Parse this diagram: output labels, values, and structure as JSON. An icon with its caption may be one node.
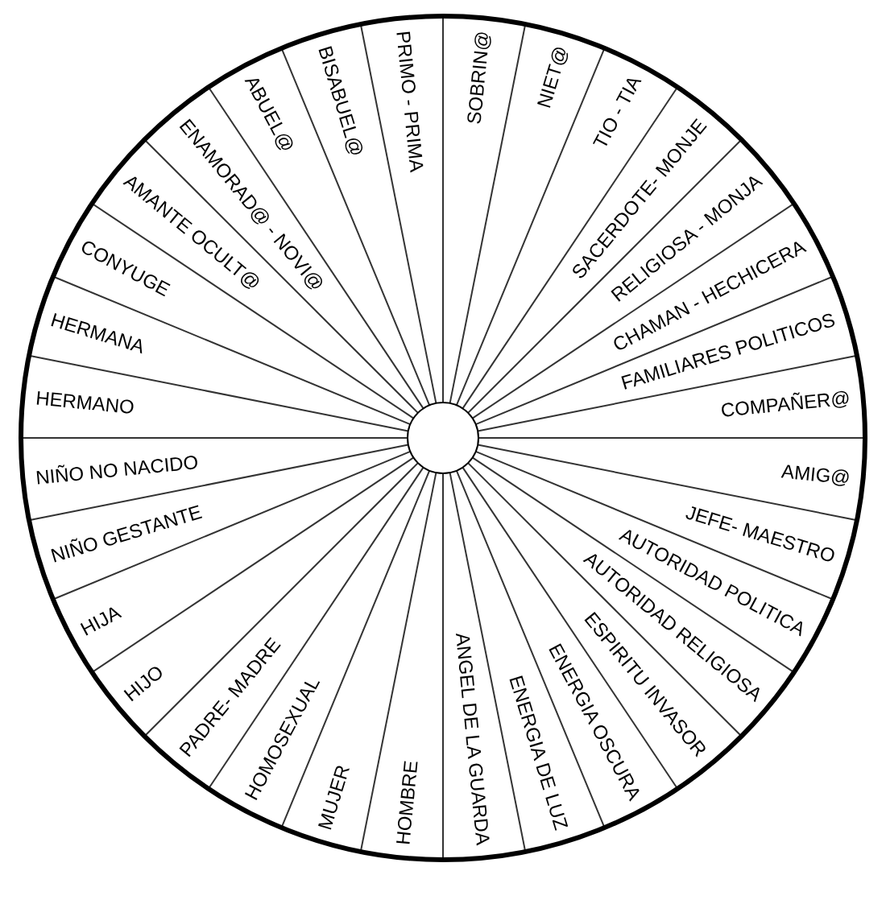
{
  "diagram": {
    "labels": [
      "HERMANO",
      "HERMANA",
      "CONYUGE",
      "AMANTE OCULT@",
      "ENAMORAD@ - NOVI@",
      "ABUEL@",
      "BISABUEL@",
      "PRIMO - PRIMA",
      "SOBRIN@",
      "NIET@",
      "TIO - TIA",
      "SACERDOTE- MONJE",
      "RELIGIOSA - MONJA",
      "CHAMAN - HECHICERA",
      "FAMILIARES POLITICOS",
      "COMPAÑER@",
      "NIÑO NO NACIDO",
      "NIÑO GESTANTE",
      "HIJA",
      "HIJO",
      "PADRE- MADRE",
      "HOMOSEXUAL",
      "MUJER",
      "HOMBRE",
      "ANGEL DE LA GUARDA",
      "ENERGIA DE LUZ",
      "ENERGIA OSCURA",
      "ESPIRITU INVASOR",
      "AUTORIDAD RELIGIOSA",
      "AUTORIDAD POLITICA",
      "JEFE- MAESTRO",
      "AMIG@"
    ]
  }
}
